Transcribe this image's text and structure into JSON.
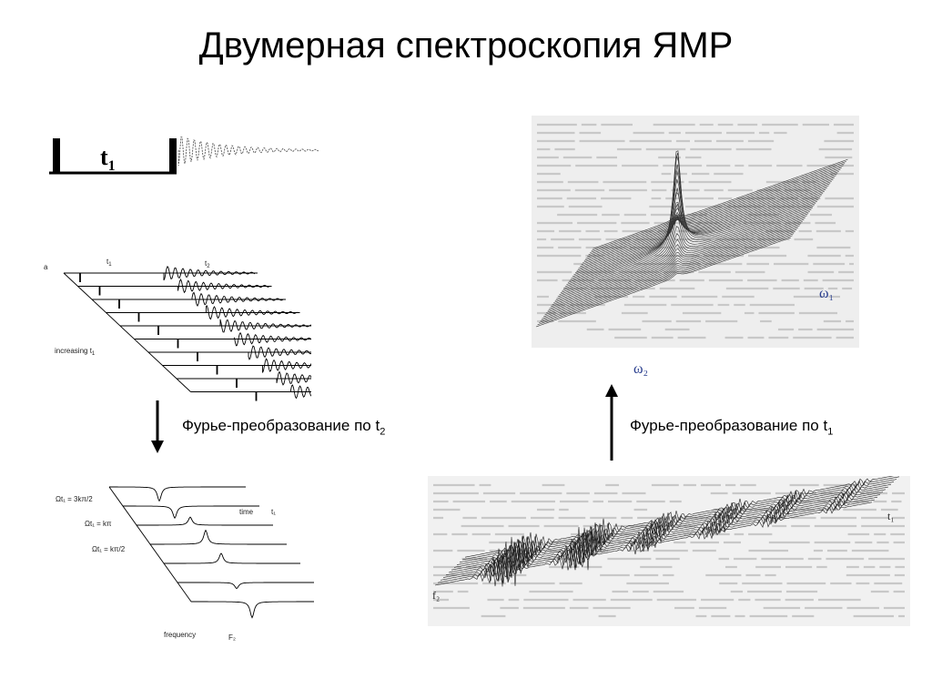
{
  "title": "Двумерная спектроскопия ЯМР",
  "pulse_sequence": {
    "delay_label": "t",
    "delay_sub": "1"
  },
  "panel_a": {
    "letter": "a",
    "t1_label": "t",
    "t1_sub": "1",
    "t2_label": "t",
    "t2_sub": "2",
    "increasing_label": "increasing t",
    "increasing_sub": "1"
  },
  "arrow_left": {
    "text": "Фурье-преобразование по t",
    "sub": "2"
  },
  "arrow_right": {
    "text": "Фурье-преобразование по t",
    "sub": "1"
  },
  "panel_b": {
    "row1_label": "Ωt₁ = 3kπ/2",
    "row2_label": "Ωt₁ = kπ",
    "row3_label": "Ωt₁ = kπ/2",
    "time_label": "time",
    "t1_label": "t₁",
    "frequency_label": "frequency",
    "f2_label": "F₂"
  },
  "panel_c": {
    "t1_label": "t₁",
    "f2_label": "f₂"
  },
  "panel_d": {
    "omega1": "ω₁",
    "omega2": "ω₂"
  },
  "colors": {
    "greek_axis": "#2a3f8f",
    "background": "#ffffff",
    "ink": "#000000"
  }
}
